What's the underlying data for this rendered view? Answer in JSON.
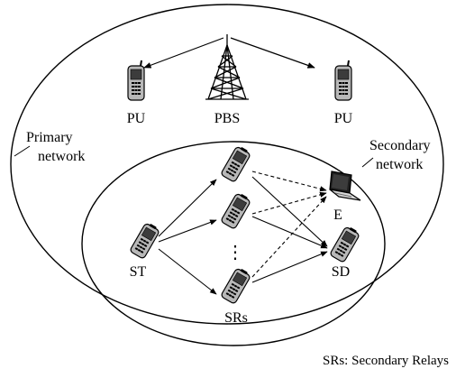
{
  "diagram": {
    "nodes": {
      "pbs": "PBS",
      "pu_left": "PU",
      "pu_right": "PU",
      "st": "ST",
      "srs": "SRs",
      "sd": "SD",
      "eve": "E",
      "dots": "⋮"
    },
    "regions": {
      "primary_line1": "Primary",
      "primary_line2": "network",
      "secondary_line1": "Secondary",
      "secondary_line2": "network"
    },
    "legend": "SRs: Secondary Relays"
  },
  "colors": {
    "line": "#000000",
    "phone_body": "#b8b8b8",
    "phone_screen": "#3c3c3c",
    "laptop_screen": "#1e1e1e"
  },
  "icons": {
    "tower": "cell-tower-icon",
    "phone": "mobile-phone-icon",
    "laptop": "laptop-icon"
  }
}
